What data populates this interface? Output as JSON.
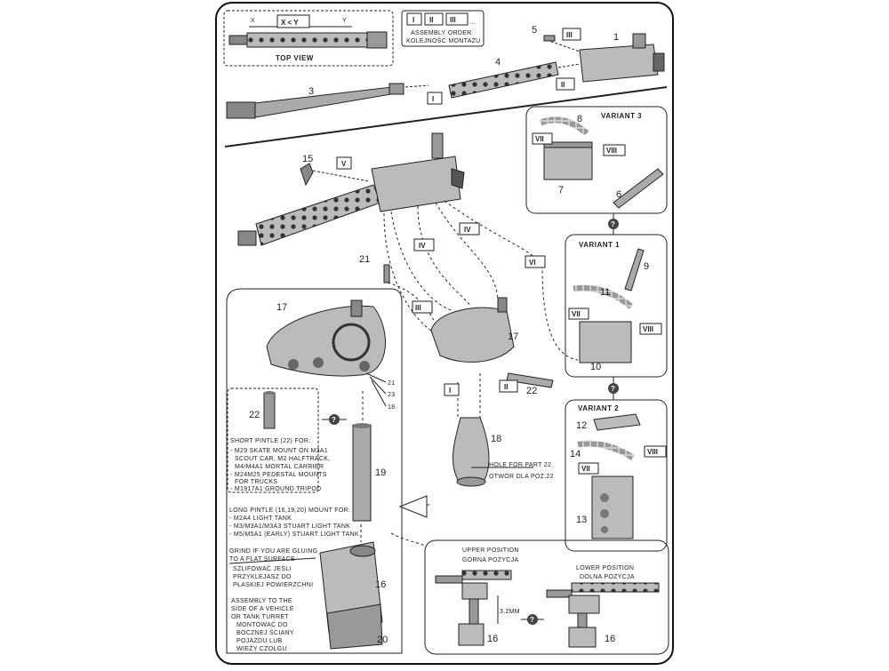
{
  "top_view": {
    "title": "TOP VIEW",
    "x": "X",
    "xy": "X < Y",
    "y": "Y"
  },
  "assembly_order": {
    "steps": [
      "I",
      "II",
      "III",
      "..."
    ],
    "title_en": "ASSEMBLY ORDER",
    "title_pl": "KOLEJNOŚĆ MONTAŻU"
  },
  "part_numbers": {
    "p1": "1",
    "p3": "3",
    "p4": "4",
    "p5": "5",
    "p6": "6",
    "p7": "7",
    "p8": "8",
    "p9": "9",
    "p10": "10",
    "p11": "11",
    "p12": "12",
    "p13": "13",
    "p14": "14",
    "p15": "15",
    "p16a": "16",
    "p16b": "16",
    "p16c": "16",
    "p17a": "17",
    "p17b": "17",
    "p18a": "18",
    "p18b": "18",
    "p19": "19",
    "p20": "20",
    "p21a": "21",
    "p21b": "21",
    "p22a": "22",
    "p22b": "22",
    "p23": "23"
  },
  "step_marks": {
    "i_top": "I",
    "ii_top": "II",
    "iii_top": "III",
    "v": "V",
    "iv_a": "IV",
    "iv_b": "IV",
    "vi": "VI",
    "iii_mid": "III",
    "i_mid": "I",
    "ii_mid": "II",
    "vii_v3": "VII",
    "viii_v3": "VIII",
    "vii_v1": "VII",
    "viii_v1": "VIII",
    "vii_v2": "VII",
    "viii_v2": "VIII"
  },
  "variants": {
    "v3": "VARIANT 3",
    "v1": "VARIANT 1",
    "v2": "VARIANT 2"
  },
  "choice_marks": {
    "q1": "?",
    "q2": "?",
    "q3": "?",
    "q4": "?"
  },
  "hole_note": {
    "en": "HOLE FOR PART 22",
    "pl": "OTWÓR DLA POZ.22"
  },
  "short_pintle": {
    "title": "SHORT PINTLE (22) FOR:",
    "lines": [
      "- M29 SKATE MOUNT ON M3A1",
      "SCOUT CAR, M2 HALFTRACK,",
      "M4/M4A1 MORTAL CARRIER",
      "- M24M25 PEDESTAL MOUNTS",
      "FOR TRUCKS",
      "- M1917A1 GROUND TRIPOD"
    ]
  },
  "long_pintle": {
    "title": "LONG PINTLE (16,19,20) MOUNT FOR:",
    "lines": [
      "- M2A4 LIGHT TANK",
      "- M3/M3A1/M3A3 STUART LIGHT TANK",
      "- M5/M5A1 (EARLY) STUART LIGHT TANK"
    ]
  },
  "grind_note": {
    "en": [
      "GRIND IF YOU ARE GLUING",
      "TO A FLAT SURFACE"
    ],
    "pl": [
      "SZLIFOWAĆ JEŚLI",
      "PRZYKLEJASZ DO",
      "PŁASKIEJ POWIERZCHNI"
    ]
  },
  "side_note": {
    "en": [
      "ASSEMBLY TO THE",
      "SIDE OF A VEHICLE",
      "OR TANK TURRET"
    ],
    "pl": [
      "MONTOWAĆ DO",
      "BOCZNEJ ŚCIANY",
      "POJAZDU LUB",
      "WIEŻY CZOŁGU"
    ]
  },
  "positions": {
    "upper_en": "UPPER POSITION",
    "upper_pl": "GÓRNA POZYCJA",
    "lower_en": "LOWER POSITION",
    "lower_pl": "DOLNA POZYCJA",
    "dim": "3.2MM"
  }
}
